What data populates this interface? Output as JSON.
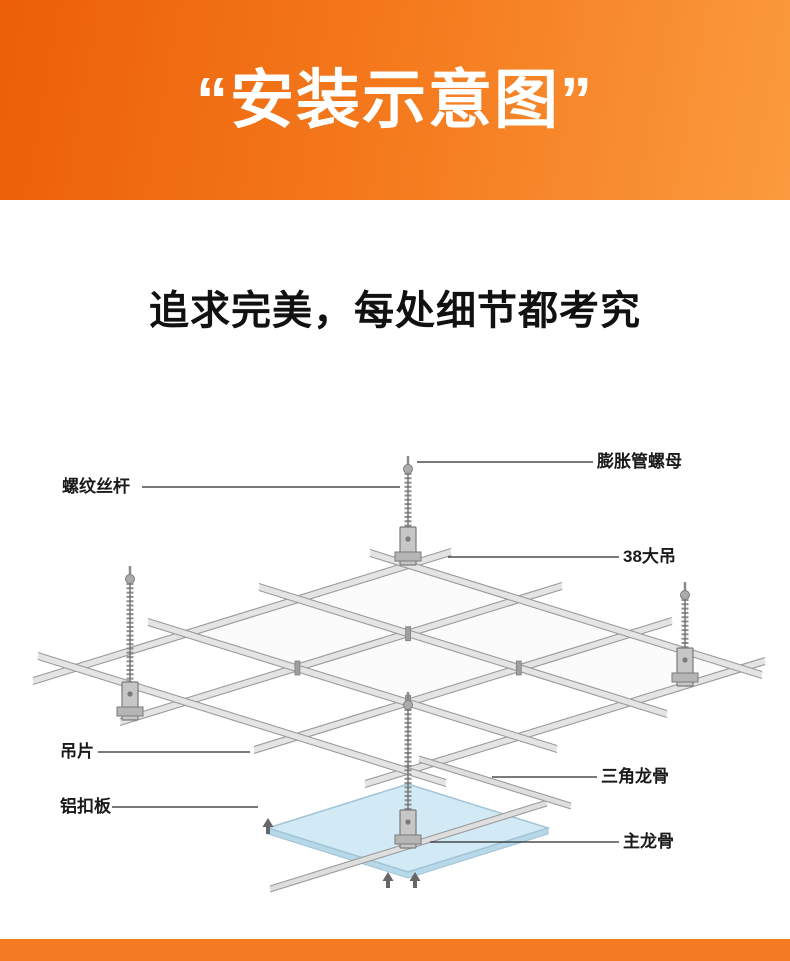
{
  "banner": {
    "title": "“安装示意图”"
  },
  "headline": {
    "title": "追求完美，每处细节都考究"
  },
  "diagram": {
    "labels": {
      "threaded_rod": "螺纹丝杆",
      "expansion_nut": "膨胀管螺母",
      "hanger_38": "38大吊",
      "hanging_clip": "吊片",
      "aluminum_panel": "铝扣板",
      "triangle_keel": "三角龙骨",
      "main_keel": "主龙骨"
    },
    "icons": {
      "lift_arrow": "up-arrow"
    }
  },
  "colors": {
    "banner_orange_dark": "#ec5f08",
    "banner_orange": "#f4791c",
    "banner_orange_light": "#fb9a3e",
    "footer_orange": "#f57b23",
    "panel_blue": "#d2eaf5"
  }
}
